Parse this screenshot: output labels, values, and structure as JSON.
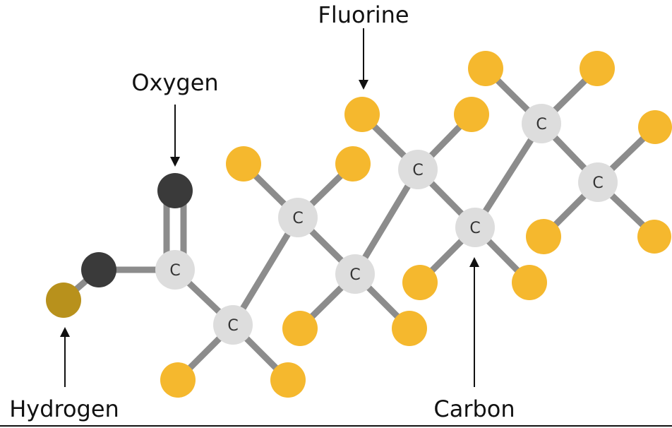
{
  "labels": {
    "fluorine": "Fluorine",
    "oxygen": "Oxygen",
    "hydrogen": "Hydrogen",
    "carbon": "Carbon"
  },
  "atom_symbols": {
    "carbon": "C"
  },
  "colors": {
    "carbon": "#dddddd",
    "fluorine": "#f5b82e",
    "oxygen": "#3a3a3a",
    "hydrogen": "#b8911c",
    "bond": "#8c8c8c",
    "text": "#111111",
    "baseline": "#111111"
  }
}
